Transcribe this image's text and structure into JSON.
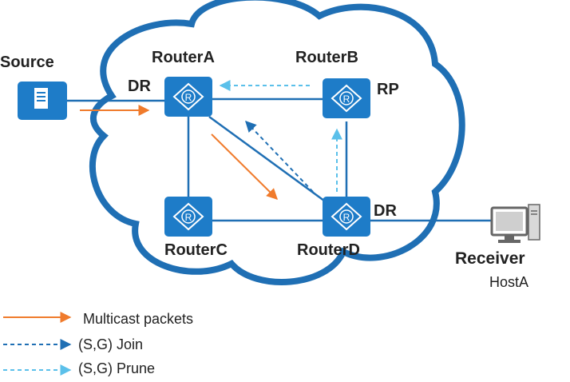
{
  "colors": {
    "cloud": "#1f6fb4",
    "node": "#1e7cc8",
    "link": "#1f6fb4",
    "multicast": "#f07b2c",
    "join": "#1f6fb4",
    "prune": "#5bc0ea",
    "text": "#222222"
  },
  "labels": {
    "source": "Source",
    "router_a": "RouterA",
    "router_b": "RouterB",
    "router_c": "RouterC",
    "router_d": "RouterD",
    "dr_a": "DR",
    "rp_b": "RP",
    "dr_d": "DR",
    "receiver": "Receiver",
    "host": "HostA",
    "router_glyph": "R"
  },
  "legend": [
    {
      "label": "Multicast packets",
      "style": "multicast"
    },
    {
      "label": "(S,G) Join",
      "style": "join"
    },
    {
      "label": "(S,G) Prune",
      "style": "prune"
    }
  ]
}
